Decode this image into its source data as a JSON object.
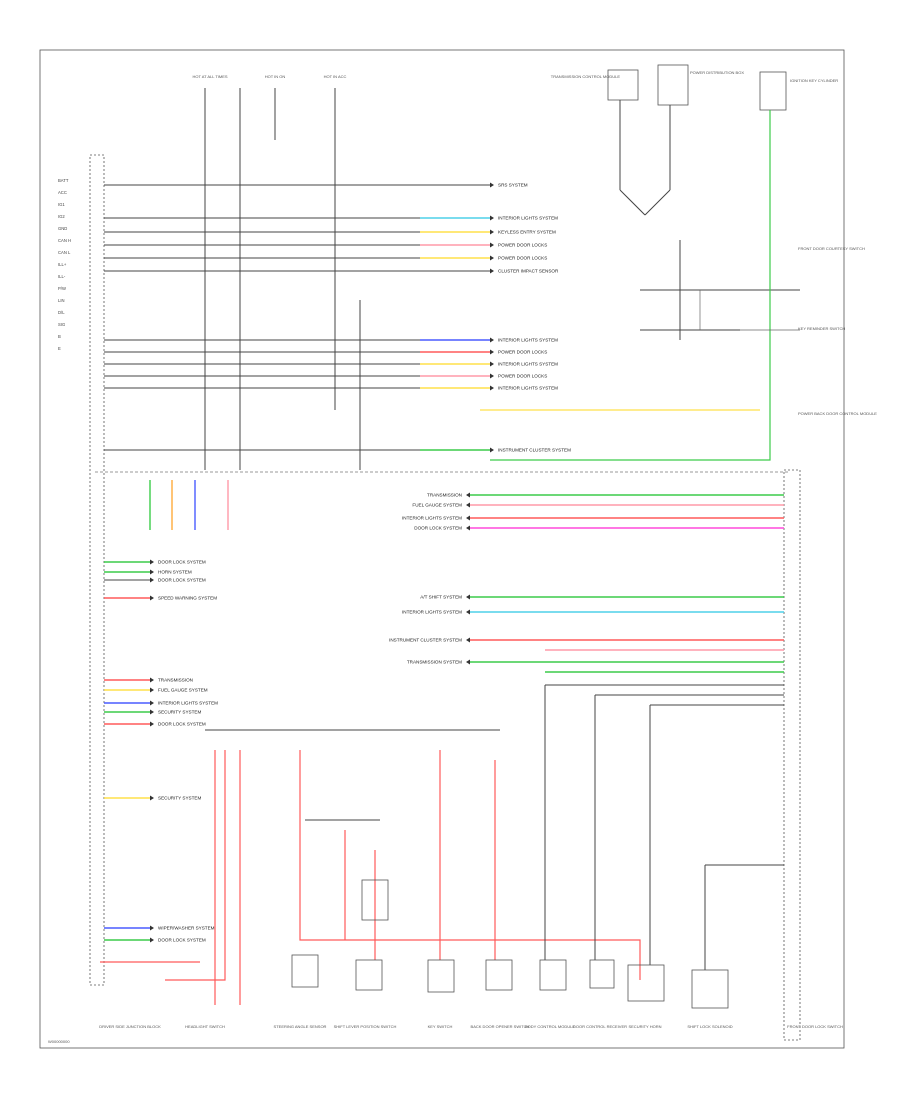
{
  "diagram": {
    "footer_code": "W00000000",
    "top_fuse_labels": [
      "HOT AT ALL TIMES",
      "HOT IN ON",
      "HOT IN ACC"
    ],
    "left_module_pins_top": [
      "BATT",
      "ACC",
      "IG1",
      "IG2",
      "GND",
      "CAN H",
      "CAN L",
      "ILL+",
      "ILL-",
      "P/W",
      "LIN",
      "D/L",
      "SIG",
      "B",
      "E"
    ],
    "right_targets_top": [
      "SRS SYSTEM",
      "INTERIOR LIGHTS SYSTEM",
      "KEYLESS ENTRY SYSTEM",
      "POWER DOOR LOCKS",
      "POWER DOOR LOCKS",
      "CLUSTER IMPACT SENSOR",
      "INTERIOR LIGHTS SYSTEM",
      "POWER DOOR LOCKS",
      "INTERIOR LIGHTS SYSTEM",
      "POWER DOOR LOCKS",
      "INTERIOR LIGHTS SYSTEM",
      "INSTRUMENT CLUSTER SYSTEM"
    ],
    "right_targets_mid": [
      "TRANSMISSION",
      "FUEL GAUGE SYSTEM",
      "INTERIOR LIGHTS SYSTEM",
      "DOOR LOCK SYSTEM",
      "A/T SHIFT SYSTEM",
      "INTERIOR LIGHTS SYSTEM",
      "INSTRUMENT CLUSTER SYSTEM",
      "TRANSMISSION SYSTEM"
    ],
    "left_targets_mid": [
      "DOOR LOCK SYSTEM",
      "HORN SYSTEM",
      "DOOR LOCK SYSTEM",
      "SPEED WARNING SYSTEM",
      "TRANSMISSION",
      "FUEL GAUGE SYSTEM",
      "INTERIOR LIGHTS SYSTEM",
      "SECURITY SYSTEM",
      "DOOR LOCK SYSTEM",
      "SECURITY SYSTEM",
      "WIPER/WASHER SYSTEM",
      "DOOR LOCK SYSTEM"
    ],
    "bottom_components": [
      "DRIVER SIDE JUNCTION BLOCK",
      "HEADLIGHT SWITCH",
      "STEERING ANGLE SENSOR",
      "SHIFT LEVER POSITION SWITCH",
      "KEY SWITCH",
      "BACK DOOR OPENER SWITCH",
      "BODY CONTROL MODULE",
      "DOOR CONTROL RECEIVER",
      "SECURITY HORN",
      "SHIFT LOCK SOLENOID",
      "FRONT DOOR LOCK SWITCH"
    ],
    "top_right_components": [
      "TRANSMISSION CONTROL MODULE",
      "POWER DISTRIBUTION BOX",
      "IGNITION KEY CYLINDER"
    ],
    "right_mid_components": [
      "FRONT DOOR COURTESY SWITCH",
      "KEY REMINDER SWITCH",
      "POWER BACK DOOR CONTROL MODULE"
    ],
    "wire_colors": {
      "red": "#ff5a5a",
      "green": "#3ccc4a",
      "blue": "#4a5cff",
      "cyan": "#4fd0e8",
      "yellow": "#ffe04a",
      "orange": "#ffaa3c",
      "magenta": "#ff4adc",
      "pink": "#ff9aa8",
      "brown": "#b87a3c",
      "black": "#333333"
    }
  }
}
